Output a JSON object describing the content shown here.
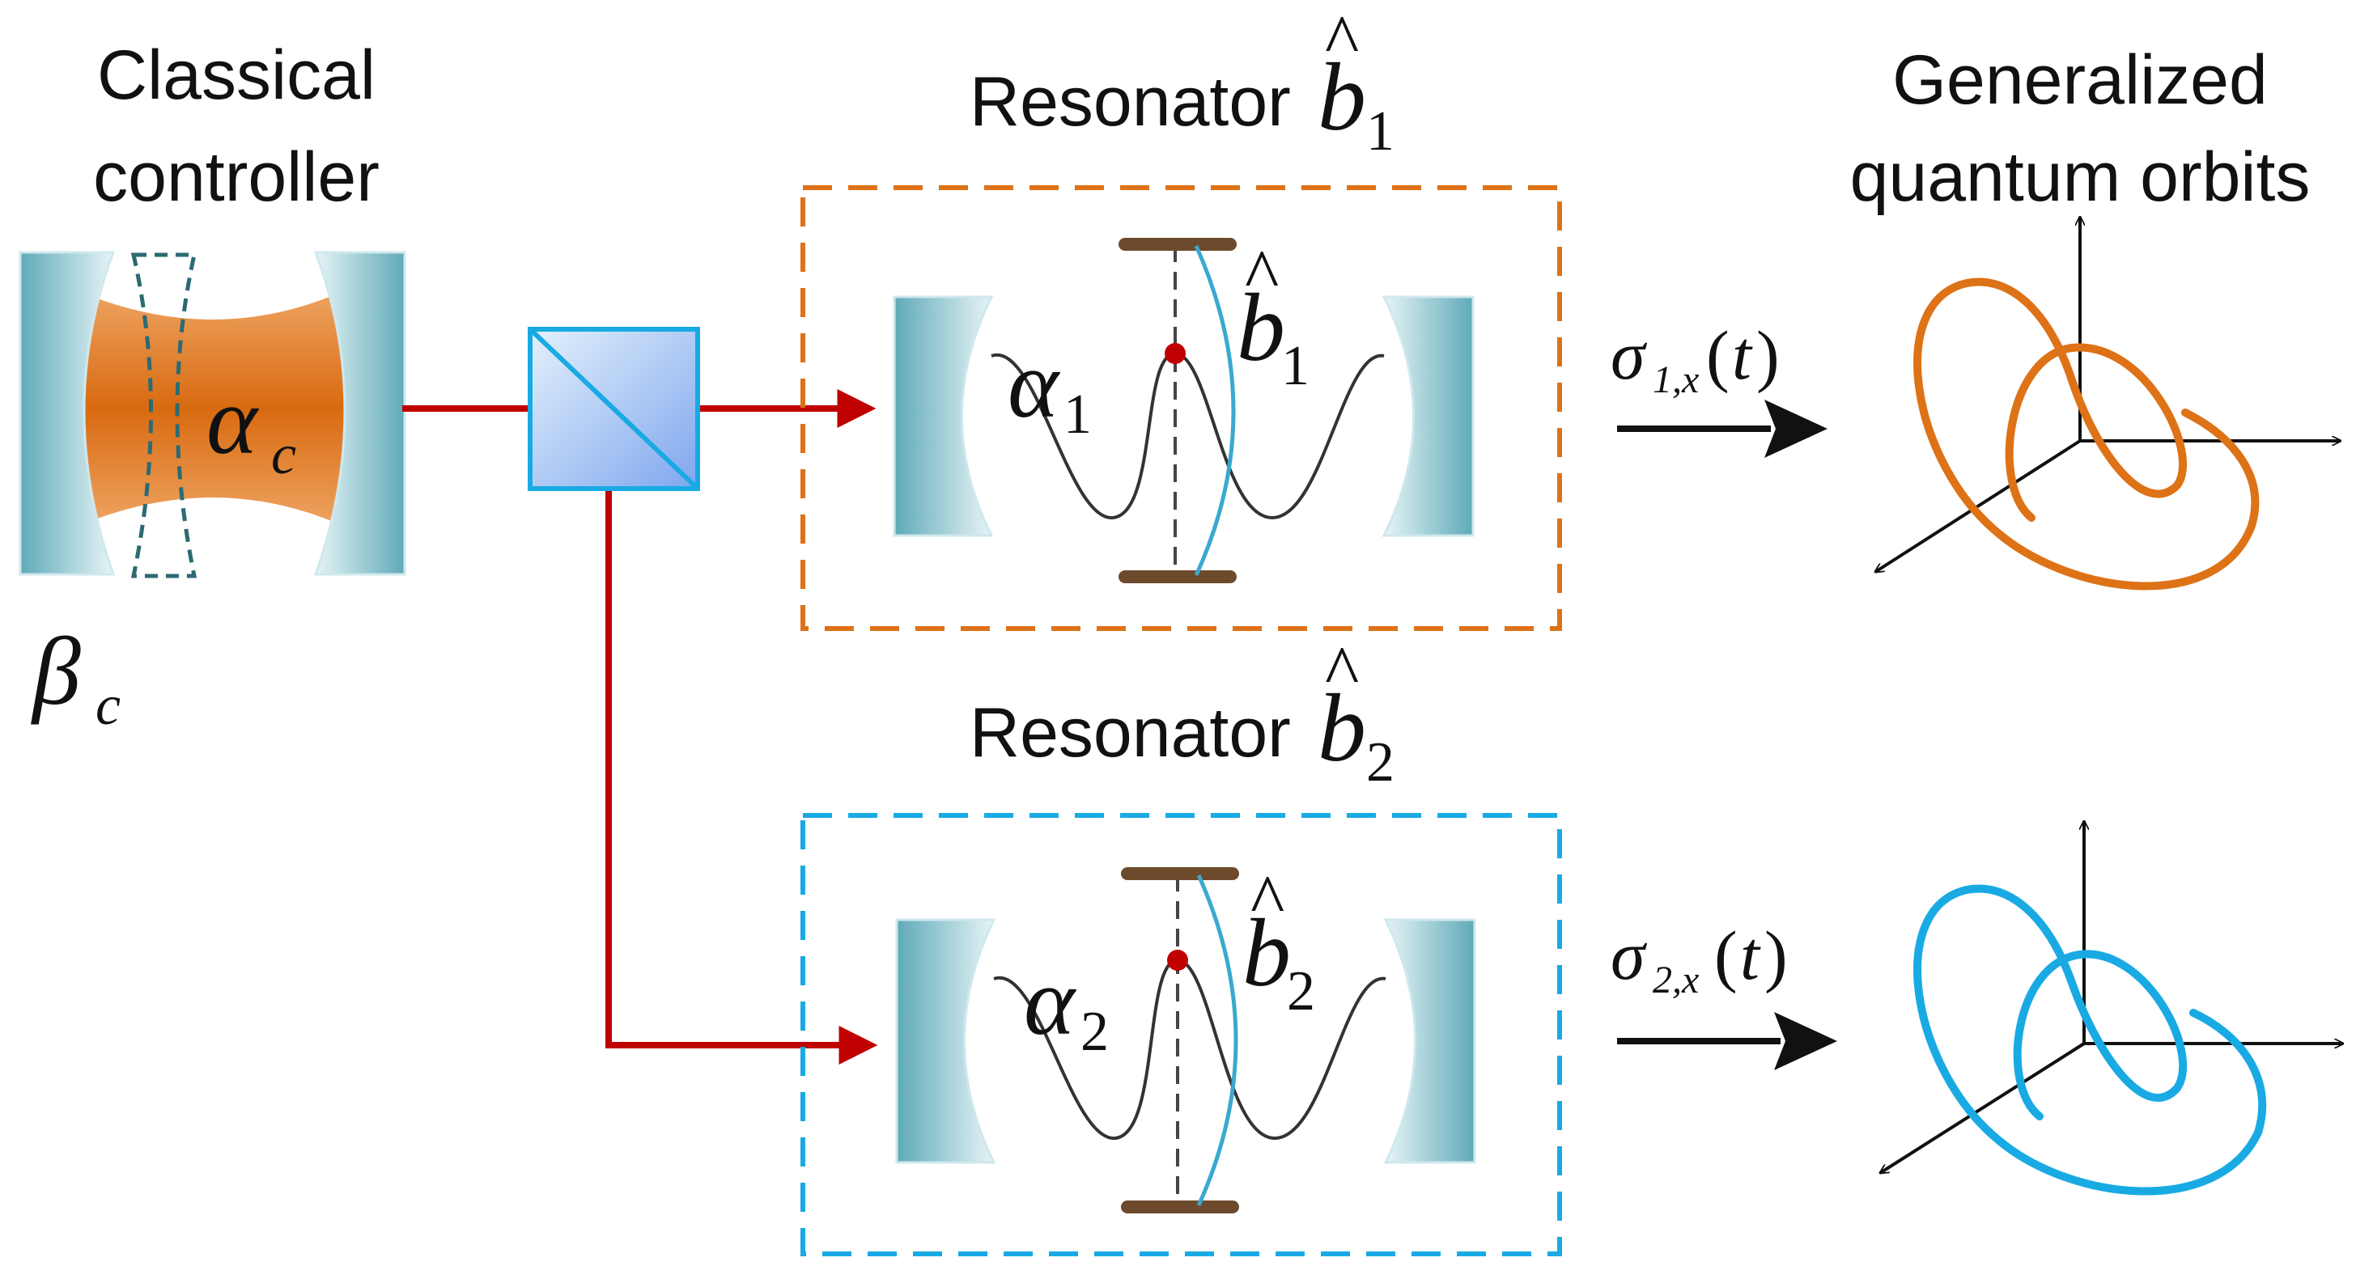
{
  "titles": {
    "controller_line1": "Classical",
    "controller_line2": "controller",
    "resonator1": "Resonator",
    "resonator2": "Resonator",
    "orbits_line1": "Generalized",
    "orbits_line2": "quantum orbits"
  },
  "symbols": {
    "alpha": "α",
    "beta": "β",
    "sigma": "σ",
    "b": "b",
    "hat": "^",
    "sub_c": "c",
    "sub_1": "1",
    "sub_2": "2",
    "sub_1x": "1,x",
    "sub_2x": "2,x",
    "open_paren": "(",
    "t": "t",
    "close_paren": ")"
  },
  "colors": {
    "orange": "#DD7216",
    "blue": "#19AAE4",
    "red_beam": "#C00000",
    "mirror_dark": "#5FAAB8",
    "mirror_light": "#DDF0F3",
    "rod": "#6E4A2C",
    "splitter_edge": "#19AAE4",
    "black": "#111111"
  }
}
